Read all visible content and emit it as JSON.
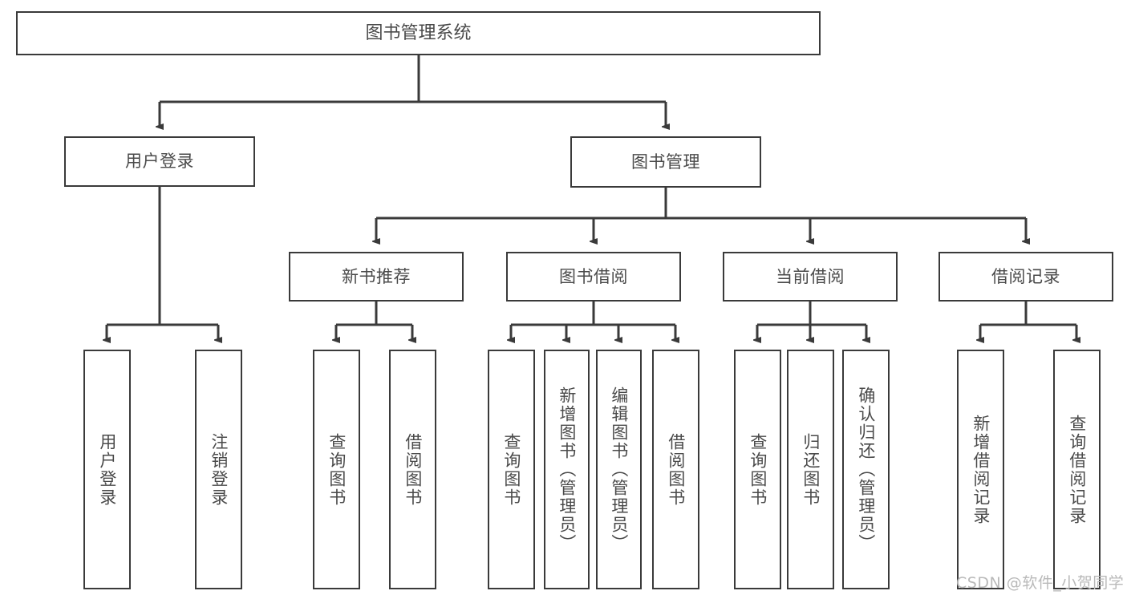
{
  "diagram": {
    "title": "图书管理系统",
    "stroke_color": "#3a3a3a",
    "text_color": "#4a4a4a",
    "background": "#ffffff"
  },
  "nodes": {
    "root": {
      "label": "图书管理系统"
    },
    "level2": [
      {
        "label": "用户登录"
      },
      {
        "label": "图书管理"
      }
    ],
    "level3": [
      {
        "label": "新书推荐"
      },
      {
        "label": "图书借阅"
      },
      {
        "label": "当前借阅"
      },
      {
        "label": "借阅记录"
      }
    ],
    "leaves": {
      "user_login": [
        {
          "label": "用户登录"
        },
        {
          "label": "注销登录"
        }
      ],
      "new_book": [
        {
          "label": "查询图书"
        },
        {
          "label": "借阅图书"
        }
      ],
      "book_borrow": [
        {
          "label": "查询图书"
        },
        {
          "label": "新增图书（管理员）"
        },
        {
          "label": "编辑图书（管理员）"
        },
        {
          "label": "借阅图书"
        }
      ],
      "current_borrow": [
        {
          "label": "查询图书"
        },
        {
          "label": "归还图书"
        },
        {
          "label": "确认归还（管理员）"
        }
      ],
      "borrow_record": [
        {
          "label": "新增借阅记录"
        },
        {
          "label": "查询借阅记录"
        }
      ]
    }
  },
  "watermark": {
    "text": "CSDN @软件_小贺同学"
  }
}
